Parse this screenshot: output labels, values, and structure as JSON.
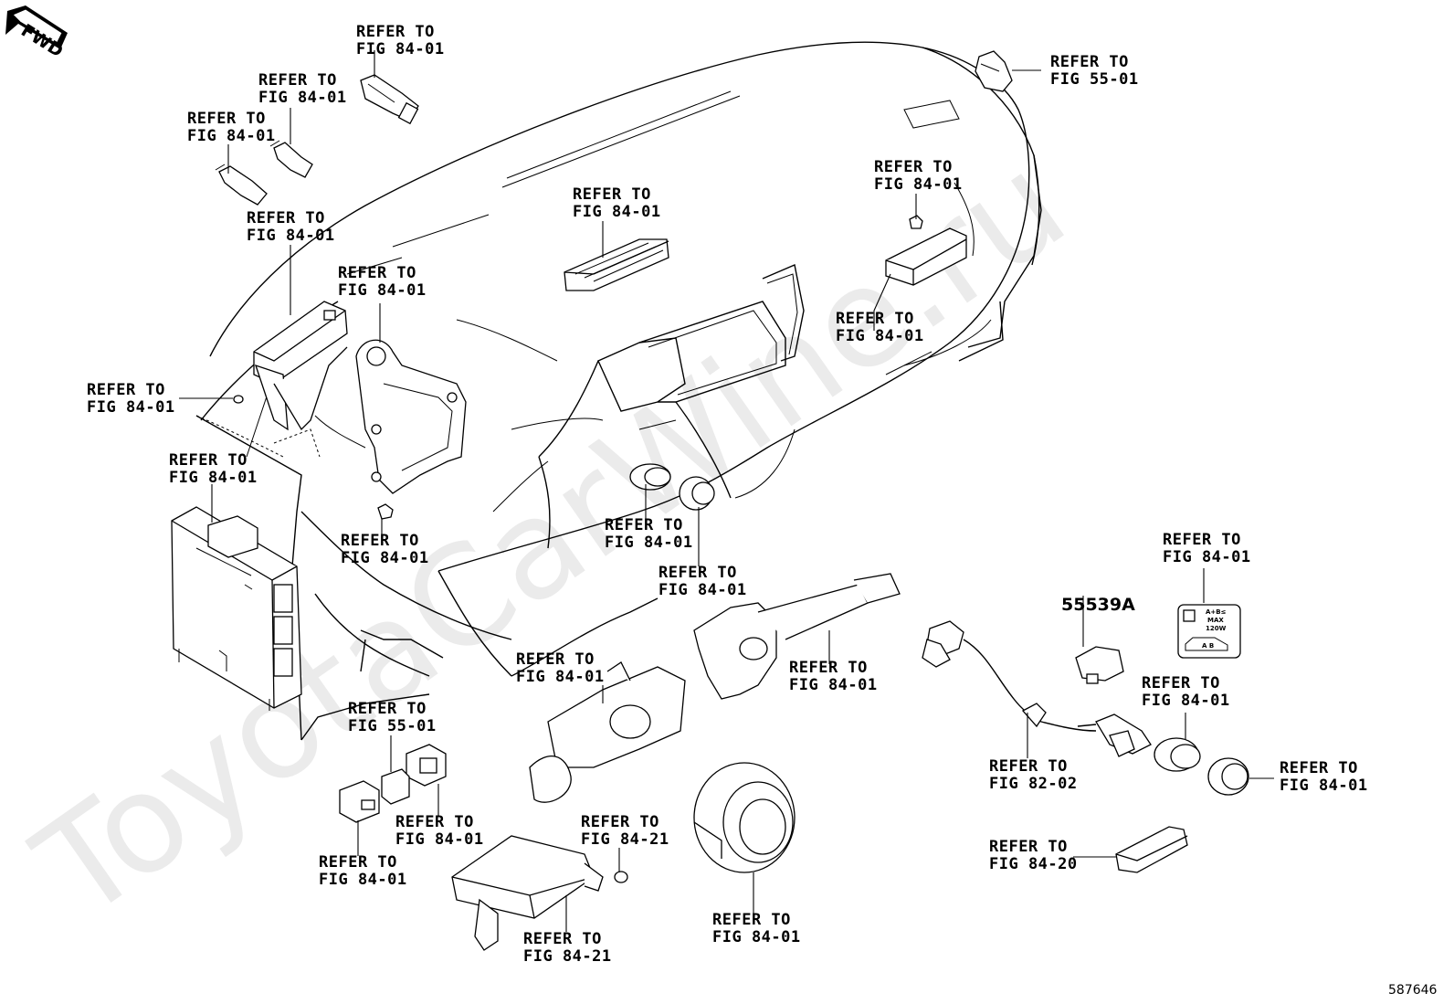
{
  "watermark": "ToyotaCarWine.ru",
  "fwd_label": "FWD",
  "diagram_number": "587646",
  "part_number_label": "55539A",
  "outlet_label": {
    "line1": "A+B≤",
    "line2": "MAX",
    "line3": "120W",
    "line4": "A  B"
  },
  "callouts": [
    {
      "id": "c1",
      "line1": "REFER TO",
      "line2": "FIG 84-01"
    },
    {
      "id": "c2",
      "line1": "REFER TO",
      "line2": "FIG 84-01"
    },
    {
      "id": "c3",
      "line1": "REFER TO",
      "line2": "FIG 84-01"
    },
    {
      "id": "c4",
      "line1": "REFER TO",
      "line2": "FIG 84-01"
    },
    {
      "id": "c5",
      "line1": "REFER TO",
      "line2": "FIG 84-01"
    },
    {
      "id": "c6",
      "line1": "REFER TO",
      "line2": "FIG 84-01"
    },
    {
      "id": "c7",
      "line1": "REFER TO",
      "line2": "FIG 84-01"
    },
    {
      "id": "c8",
      "line1": "REFER TO",
      "line2": "FIG 84-01"
    },
    {
      "id": "c9",
      "line1": "REFER TO",
      "line2": "FIG 84-01"
    },
    {
      "id": "c10",
      "line1": "REFER TO",
      "line2": "FIG 84-01"
    },
    {
      "id": "c11",
      "line1": "REFER TO",
      "line2": "FIG 84-01"
    },
    {
      "id": "c12",
      "line1": "REFER TO",
      "line2": "FIG 84-01"
    },
    {
      "id": "c13",
      "line1": "REFER TO",
      "line2": "FIG 55-01"
    },
    {
      "id": "c14",
      "line1": "REFER TO",
      "line2": "FIG 84-01"
    },
    {
      "id": "c15",
      "line1": "REFER TO",
      "line2": "FIG 84-01"
    },
    {
      "id": "c16",
      "line1": "REFER TO",
      "line2": "FIG 55-01"
    },
    {
      "id": "c17",
      "line1": "REFER TO",
      "line2": "FIG 84-01"
    },
    {
      "id": "c18",
      "line1": "REFER TO",
      "line2": "FIG 84-01"
    },
    {
      "id": "c19",
      "line1": "REFER TO",
      "line2": "FIG 84-21"
    },
    {
      "id": "c20",
      "line1": "REFER TO",
      "line2": "FIG 84-21"
    },
    {
      "id": "c21",
      "line1": "REFER TO",
      "line2": "FIG 84-01"
    },
    {
      "id": "c22",
      "line1": "REFER TO",
      "line2": "FIG 84-01"
    },
    {
      "id": "c23",
      "line1": "REFER TO",
      "line2": "FIG 84-01"
    },
    {
      "id": "c24",
      "line1": "REFER TO",
      "line2": "FIG 82-02"
    },
    {
      "id": "c25",
      "line1": "REFER TO",
      "line2": "FIG 84-01"
    },
    {
      "id": "c26",
      "line1": "REFER TO",
      "line2": "FIG 84-20"
    }
  ]
}
